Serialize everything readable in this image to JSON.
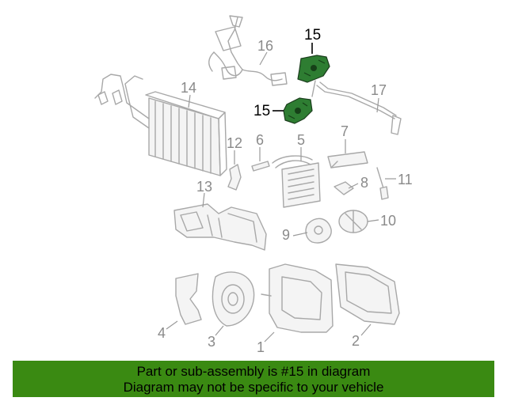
{
  "callouts": {
    "c1": "1",
    "c2": "2",
    "c3": "3",
    "c4": "4",
    "c5": "5",
    "c6": "6",
    "c7": "7",
    "c8": "8",
    "c9": "9",
    "c10": "10",
    "c11": "11",
    "c12": "12",
    "c13": "13",
    "c14": "14",
    "c15a": "15",
    "c15b": "15",
    "c16": "16",
    "c17": "17"
  },
  "highlight_color": "#2e7d32",
  "banner": {
    "background": "#3a8a12",
    "line1": "Part or sub-assembly is #15 in diagram",
    "line2": "Diagram may not be specific to your vehicle"
  }
}
